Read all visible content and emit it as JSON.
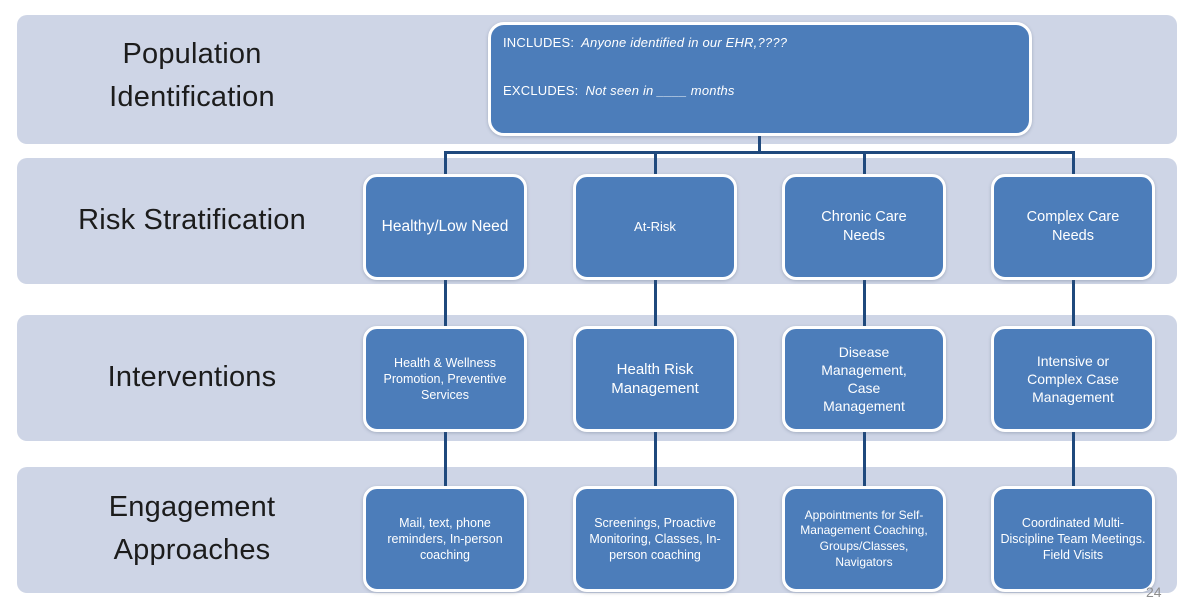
{
  "slide": {
    "page_number": "24",
    "colors": {
      "background": "#FFFFFF",
      "row_band": "#CED5E6",
      "node_fill": "#4C7DBA",
      "node_border": "#FFFFFF",
      "connector_line": "#1F497D",
      "row_label_text": "#1C1C1C",
      "node_text": "#FFFFFF",
      "page_number_text": "#8E8E8E"
    }
  },
  "rows": [
    {
      "label": "Population Identification"
    },
    {
      "label": "Risk Stratification"
    },
    {
      "label": "Interventions"
    },
    {
      "label": "Engagement Approaches"
    }
  ],
  "population_box": {
    "includes_label": "INCLUDES:",
    "includes_text": "Anyone identified in our EHR,????",
    "excludes_label": "EXCLUDES:",
    "excludes_text": "Not seen in ____ months"
  },
  "columns": [
    {
      "risk": "Healthy/Low Need",
      "intervention": "Health & Wellness Promotion, Preventive Services",
      "engagement": "Mail, text, phone reminders, In-person coaching"
    },
    {
      "risk": "At-Risk",
      "intervention": "Health Risk Management",
      "engagement": "Screenings, Proactive Monitoring, Classes, In-person coaching"
    },
    {
      "risk": "Chronic Care Needs",
      "intervention": "Disease Management, Case Management",
      "engagement": "Appointments for Self-Management Coaching, Groups/Classes, Navigators"
    },
    {
      "risk": "Complex Care Needs",
      "intervention": "Intensive or Complex Case Management",
      "engagement": "Coordinated Multi-Discipline Team Meetings. Field Visits"
    }
  ]
}
